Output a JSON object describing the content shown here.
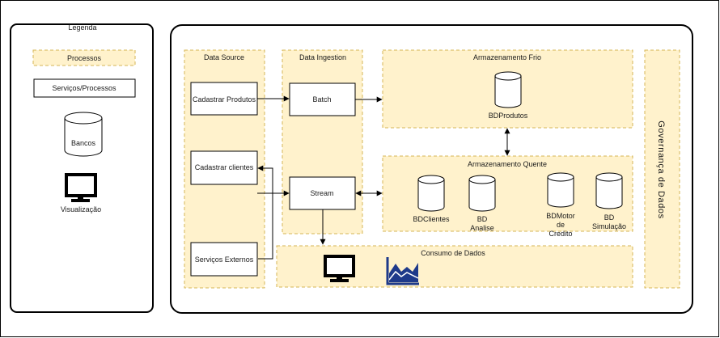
{
  "legend": {
    "title": "Legenda",
    "processes_label": "Processos",
    "services_label": "Serviços/Processos",
    "database_label": "Bancos",
    "visualization_label": "Visualização"
  },
  "architecture": {
    "data_source": {
      "title": "Data Source",
      "items": [
        "Cadastrar Produtos",
        "Cadastrar clientes",
        "Serviços Externos"
      ]
    },
    "data_ingestion": {
      "title": "Data Ingestion",
      "batch_label": "Batch",
      "stream_label": "Stream"
    },
    "cold_storage": {
      "title": "Armazenamento Frio",
      "databases": [
        {
          "lines": [
            "BDProdutos"
          ]
        }
      ]
    },
    "hot_storage": {
      "title": "Armazenamento Quente",
      "databases": [
        {
          "lines": [
            "BDClientes"
          ]
        },
        {
          "lines": [
            "BD",
            "Analise"
          ]
        },
        {
          "lines": [
            "BDMotor",
            "de",
            "Credito"
          ]
        },
        {
          "lines": [
            "BD",
            "Simulação"
          ]
        }
      ]
    },
    "consumption": {
      "title": "Consumo de Dados"
    },
    "governance": {
      "title": "Governança de Dados"
    }
  },
  "colors": {
    "zone_fill": "#fff2cc",
    "zone_stroke": "#d6b656",
    "chart_icon": "#1e3a8a"
  },
  "icons": [
    "monitor-icon",
    "database-icon",
    "area-chart-icon"
  ]
}
